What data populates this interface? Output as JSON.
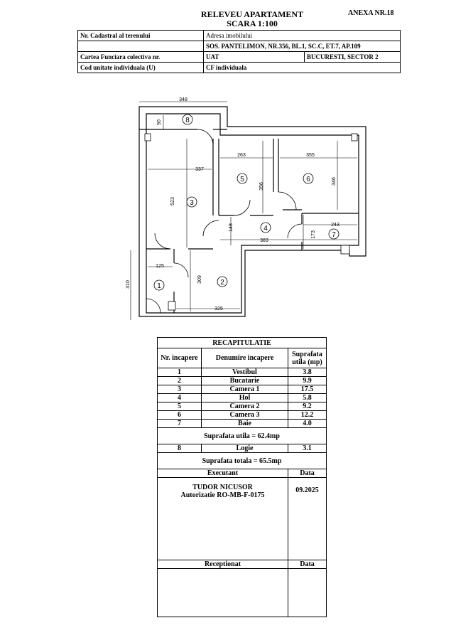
{
  "header": {
    "title": "RELEVEU APARTAMENT",
    "scale": "SCARA 1:100",
    "annex": "ANEXA NR.18"
  },
  "info": {
    "cadastral_label": "Nr. Cadastral al terenului",
    "address_label": "Adresa imobilului",
    "address_value": "SOS. PANTELIMON, NR.356, BL.1, SC.C, ET.7, AP.109",
    "cf_collective_label": "Cartea Funciara colectiva nr.",
    "uat_label": "UAT",
    "uat_value": "BUCURESTI, SECTOR 2",
    "unit_code_label": "Cod unitate individuala (U)",
    "cf_individual_label": "CF individuala"
  },
  "plan": {
    "dimensions": [
      "348",
      "90",
      "337",
      "263",
      "355",
      "523",
      "356",
      "346",
      "148",
      "383",
      "243",
      "173",
      "125",
      "309",
      "310",
      "325"
    ],
    "room_numbers": [
      "1",
      "2",
      "3",
      "4",
      "5",
      "6",
      "7",
      "8"
    ]
  },
  "recap": {
    "title": "RECAPITULATIE",
    "col_no": "Nr. incapere",
    "col_name": "Denumire incapere",
    "col_area": "Suprafata utila (mp)",
    "rooms": [
      {
        "no": "1",
        "name": "Vestibul",
        "area": "3.8"
      },
      {
        "no": "2",
        "name": "Bucatarie",
        "area": "9.9"
      },
      {
        "no": "3",
        "name": "Camera 1",
        "area": "17.5"
      },
      {
        "no": "4",
        "name": "Hol",
        "area": "5.8"
      },
      {
        "no": "5",
        "name": "Camera 2",
        "area": "9.2"
      },
      {
        "no": "6",
        "name": "Camera 3",
        "area": "12.2"
      },
      {
        "no": "7",
        "name": "Baie",
        "area": "4.0"
      }
    ],
    "useful_total": "Suprafata utila = 62.4mp",
    "loggia": {
      "no": "8",
      "name": "Logie",
      "area": "3.1"
    },
    "grand_total": "Suprafata totala = 65.5mp",
    "executant_label": "Executant",
    "date_label": "Data",
    "executant_name": "TUDOR NICUSOR",
    "executant_auth": "Autorizatie RO-MB-F-0175",
    "date_value": "09.2025",
    "receptionat_label": "Receptionat",
    "date_label_2": "Data"
  }
}
